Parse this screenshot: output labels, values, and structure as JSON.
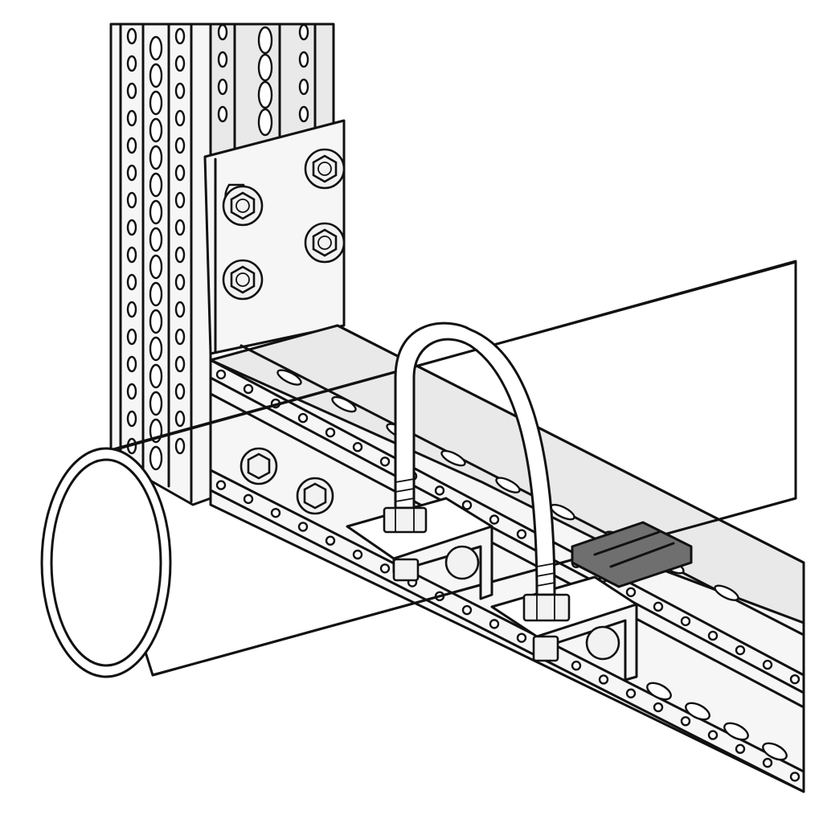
{
  "illustration": {
    "subject": [
      "vertical-strut-channel",
      "angle-bracket",
      "horizontal-strut-channel",
      "pipe",
      "u-bolt",
      "clamp-brackets",
      "gray-clip"
    ]
  },
  "colors": {
    "outline": "#111111",
    "metal": "#f6f6f6",
    "metal_shade": "#e9e9e9",
    "clip": "#6f6f6f",
    "background": "#ffffff"
  }
}
